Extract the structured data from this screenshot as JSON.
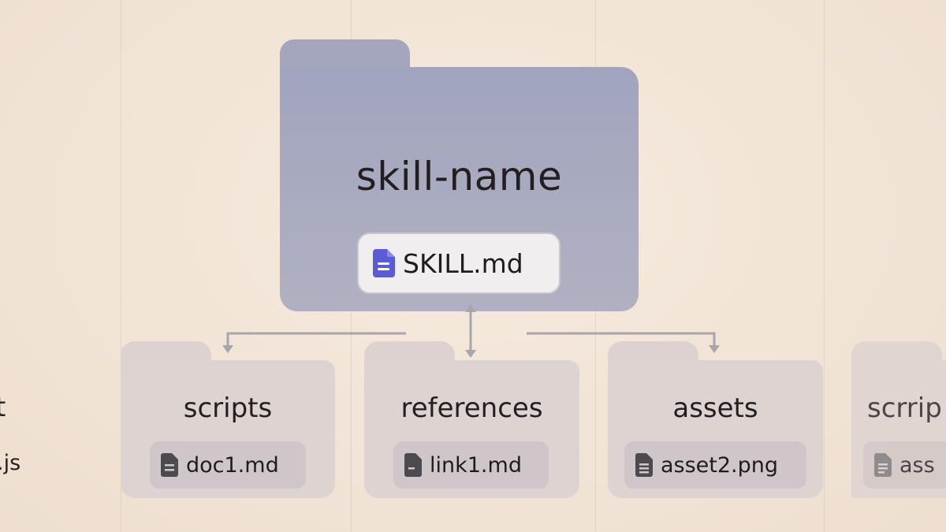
{
  "root": {
    "name": "skill-name",
    "file": "SKILL.md",
    "file_icon": "document-icon",
    "file_icon_color": "#5b5bd6"
  },
  "children": [
    {
      "name": "scripts",
      "file": "doc1.md"
    },
    {
      "name": "references",
      "file": "link1.md"
    },
    {
      "name": "assets",
      "file": "asset2.png"
    }
  ],
  "left_partial": {
    "name": "t",
    "file": ".js"
  },
  "right_partial": {
    "name": "scrrip",
    "file": "ass"
  },
  "colors": {
    "background": "#f3e6d9",
    "root_folder": "#a6a9be",
    "child_folder": "#ddd3d0",
    "file_icon_dark": "#4d4a4f",
    "connector": "#a8a6ab"
  }
}
